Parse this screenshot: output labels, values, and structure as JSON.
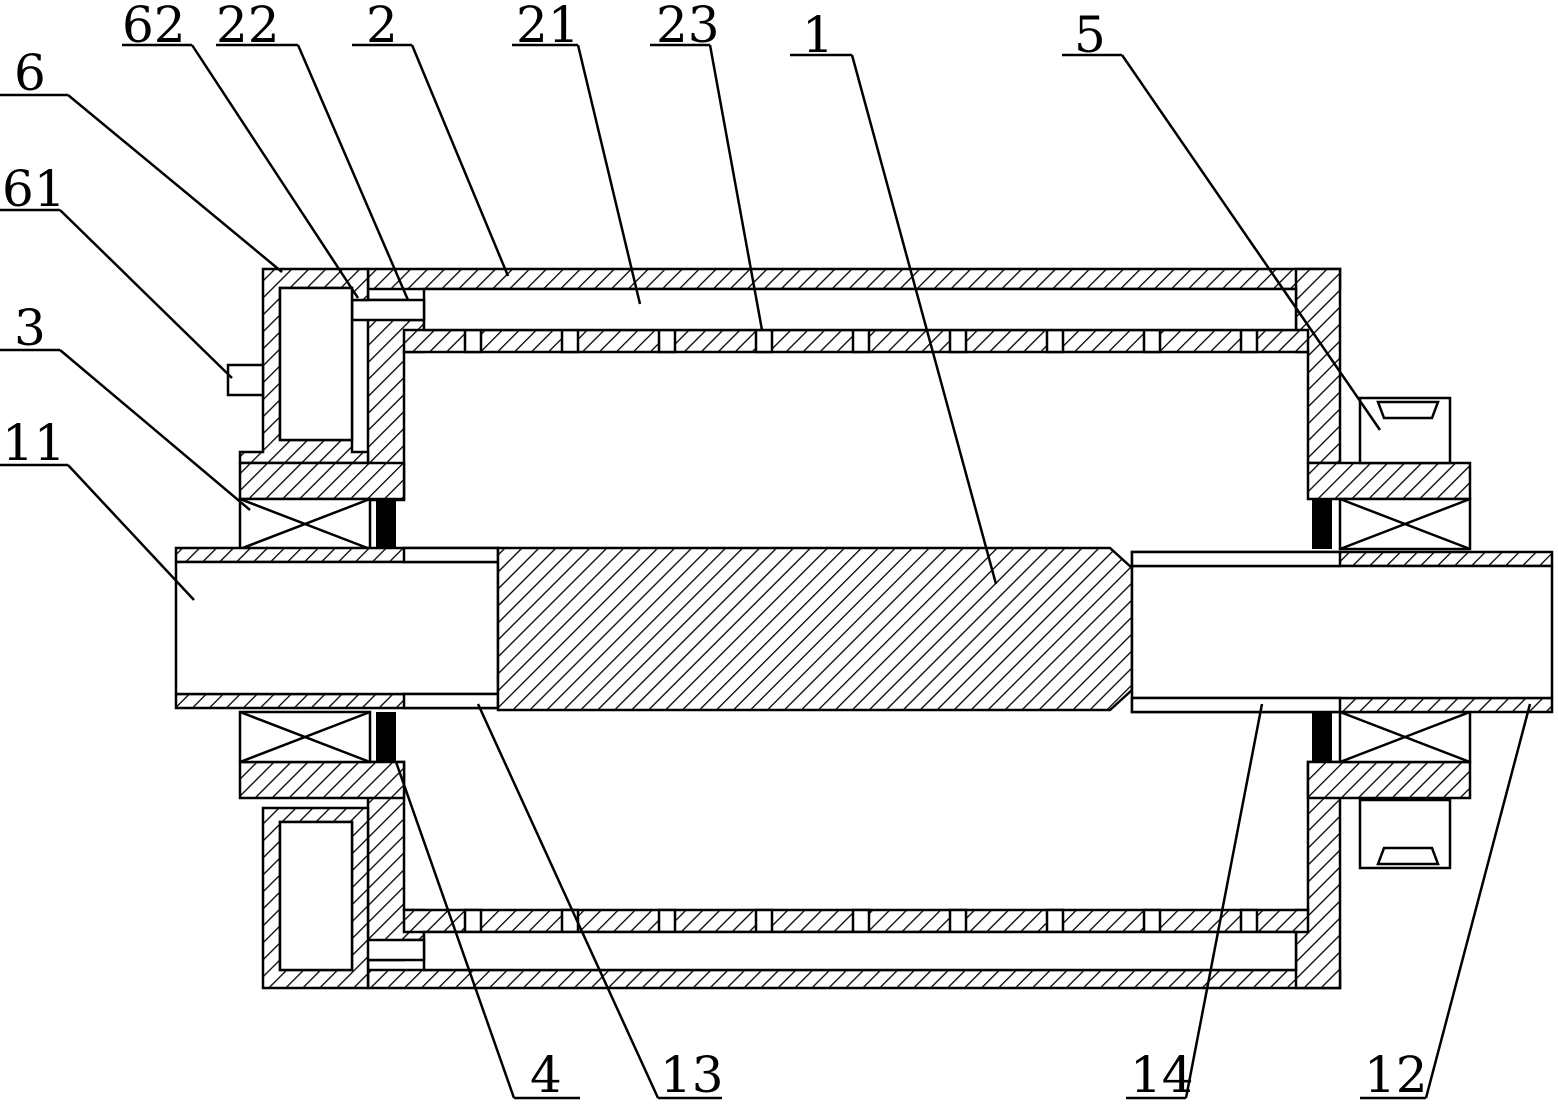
{
  "colors": {
    "line": "#000000",
    "background": "#ffffff",
    "seal": "#000000"
  },
  "labels": {
    "l62": "62",
    "l22": "22",
    "l2": "2",
    "l21": "21",
    "l23": "23",
    "l1": "1",
    "l5": "5",
    "l6": "6",
    "l61": "61",
    "l3": "3",
    "l11": "11",
    "l4": "4",
    "l13": "13",
    "l14": "14",
    "l12": "12"
  }
}
